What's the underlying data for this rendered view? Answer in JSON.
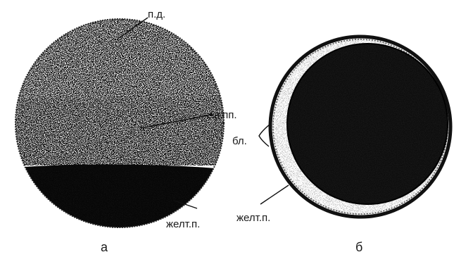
{
  "figure_a": {
    "caption": "а",
    "labels": {
      "animal_pole": "п.д.",
      "inner_surface": "в.пп.",
      "yolk_plug": "желт.п."
    }
  },
  "figure_b": {
    "caption": "б",
    "labels": {
      "blastomeres": "бл.",
      "yolk_plug": "желт.п."
    }
  },
  "colors": {
    "ink": "#111111",
    "paper": "#ffffff"
  }
}
